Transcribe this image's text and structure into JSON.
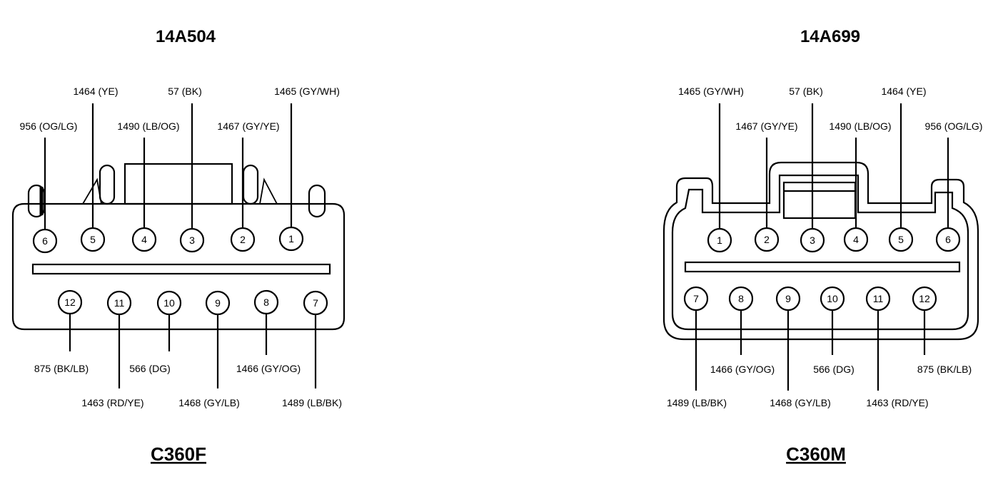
{
  "left": {
    "part_number": "14A504",
    "connector": "C360F",
    "top_wires": {
      "1": "1465 (GY/WH)",
      "2": "1467 (GY/YE)",
      "3": "57 (BK)",
      "4": "1490 (LB/OG)",
      "5": "1464 (YE)",
      "6": "956 (OG/LG)"
    },
    "bottom_wires": {
      "7": "1489 (LB/BK)",
      "8": "1466 (GY/OG)",
      "9": "1468 (GY/LB)",
      "10": "566 (DG)",
      "11": "1463 (RD/YE)",
      "12": "875 (BK/LB)"
    },
    "top_pins": [
      "6",
      "5",
      "4",
      "3",
      "2",
      "1"
    ],
    "bottom_pins": [
      "12",
      "11",
      "10",
      "9",
      "8",
      "7"
    ]
  },
  "right": {
    "part_number": "14A699",
    "connector": "C360M",
    "top_wires": {
      "1": "1465 (GY/WH)",
      "2": "1467 (GY/YE)",
      "3": "57 (BK)",
      "4": "1490 (LB/OG)",
      "5": "1464 (YE)",
      "6": "956 (OG/LG)"
    },
    "bottom_wires": {
      "7": "1489 (LB/BK)",
      "8": "1466 (GY/OG)",
      "9": "1468 (GY/LB)",
      "10": "566 (DG)",
      "11": "1463 (RD/YE)",
      "12": "875 (BK/LB)"
    },
    "top_pins": [
      "1",
      "2",
      "3",
      "4",
      "5",
      "6"
    ],
    "bottom_pins": [
      "7",
      "8",
      "9",
      "10",
      "11",
      "12"
    ]
  }
}
